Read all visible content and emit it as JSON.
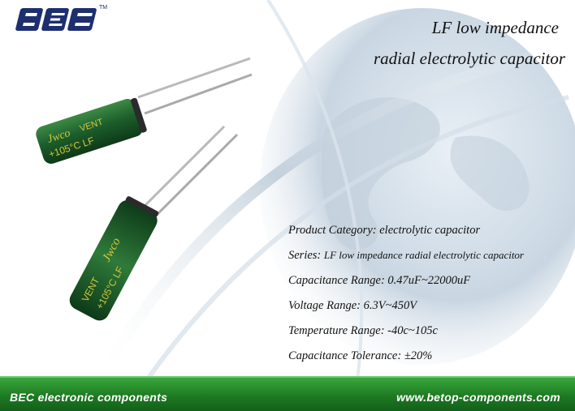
{
  "brand": {
    "logo_text": "BEC",
    "trademark": "TM"
  },
  "title": {
    "line1": "LF low impedance",
    "line2": "radial electrolytic capacitor"
  },
  "specs": [
    {
      "label": "Product Category:",
      "value": "electrolytic capacitor"
    },
    {
      "label": "Series:",
      "value": "LF low impedance radial electrolytic capacitor"
    },
    {
      "label": "Capacitance Range:",
      "value": "0.47uF~22000uF"
    },
    {
      "label": "Voltage Range:",
      "value": "6.3V~450V"
    },
    {
      "label": "Temperature Range:",
      "value": "-40c~105c"
    },
    {
      "label": "Capacitance Tolerance:",
      "value": "±20%"
    }
  ],
  "capacitor_marking": {
    "brand": "Jwco",
    "vent": "VENT",
    "rating": "+105°C LF"
  },
  "footer": {
    "left": "BEC electronic components",
    "right": "www.betop-components.com"
  },
  "colors": {
    "capacitor_body": "#1d5f2c",
    "footer_green": "#2a8f2f",
    "logo_blue": "#1d2f6e"
  }
}
